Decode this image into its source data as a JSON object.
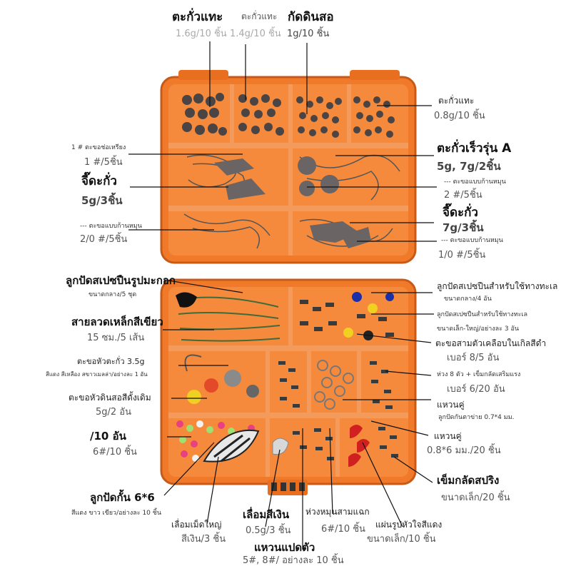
{
  "colors": {
    "case": "#f07a2a",
    "case_dark": "#d4601a",
    "divider": "#f49a5a",
    "ink": "#111111"
  },
  "labels": {
    "top_left_title": "ตะกั่วแทะ",
    "top_left_spec": "1.6g/10 ชิ้น",
    "top_mid_title": "ตะกั่วแทะ",
    "top_mid_spec": "1.4g/10 ชิ้น",
    "top_right_title": "กัดดินสอ",
    "top_right_spec": "1g/10 ชิ้น",
    "r1_title": "ตะกั่วแทะ",
    "r1_spec": "0.8g/10 ชิ้น",
    "l1_title": "1 # ตะขอช่อเหรียง",
    "l1_spec": "1 #/5ชิ้น",
    "l2_title": "จี๊ดะกั่ว",
    "l2_spec": "5g/3ชิ้น",
    "l3_title": "--- ตะขอแบบก้านหมุน",
    "l3_spec": "2/0 #/5ชิ้น",
    "r2_title": "ตะกั่วเร็วรุ่น A",
    "r2_spec": "5g, 7g/2ชิ้น",
    "r3_title": "--- ตะขอแบบก้านหมุน",
    "r3_spec": "2 #/5ชิ้น",
    "r4_title": "จี๊ดะกั่ว",
    "r4_spec": "7g/3ชิ้น",
    "r5_title": "--- ตะขอแบบก้านหมุน",
    "r5_spec": "1/0 #/5ชิ้น",
    "l4_title": "ลูกปัดสเปซปืนรูปมะกอก",
    "l4_spec": "ขนาดกลาง/5 ชุด",
    "l5_title": "สายลวดเหล็กสีเขียว",
    "l5_spec": "15 ซม./5 เส้น",
    "l6_title": "ตะขอหัวตะกั่ว 3.5g",
    "l6_spec": "สีแดง สีเหลือง สขาวเมลล่า/อย่างละ 1 อัน",
    "l7_title": "ตะขอหัวดินสอสีดั้งเดิม",
    "l7_spec": "5g/2 อัน",
    "l8_title": "/10 อัน",
    "l8_spec": "6#/10 ชิ้น",
    "r6_title": "ลูกปัดสเปซปืนสำหรับใช้ทางทะเล",
    "r6_spec": "ขนาดกลาง/4 อัน",
    "r7_title": "ลูกปัดสเปซปืนสำหรับใช้ทางทะเล",
    "r7_spec": "ขนาดเล็ก-ใหญ่/อย่างละ 3 อัน",
    "r8_title": "ตะขอสามตัวเคลือบในเกิลสีดำ",
    "r8_spec": "เบอร์ 8/5 อัน",
    "r9_title": "ห่วง 8 ตัว + เข็มกลัดเสริมแรง",
    "r9_spec": "เบอร์ 6/20 อัน",
    "r10_title": "แหวนคู่",
    "r10_spec": "ลูกปัดกันตาข่าย 0.7*4 มม.",
    "r11_title": "แหวนคู่",
    "r11_spec": "0.8*6 มม./20 ชิ้น",
    "r12_title": "เข็มกลัดสปริง",
    "r12_spec": "ขนาดเล็ก/20 ชิ้น",
    "b1_title": "ลูกปัดกั้น 6*6",
    "b1_spec": "สีแดง ขาว เขียว/อย่างละ 10 ชิ้น",
    "b2_title": "เลื่อมเม็ดใหญ่",
    "b2_spec": "สีเงิน/3 ชิ้น",
    "b3_title": "เลื่อมสีเงิน",
    "b3_spec": "0.5g/3 ชิ้น",
    "b4_title": "ห่วงหมุนสามแฉก",
    "b4_spec": "6#/10 ชิ้น",
    "b5_title": "แผ่นรูปหัวใจสีแดง",
    "b5_spec": "ขนาดเล็ก/10 ชิ้น",
    "b6_title": "แหวนแปดตัว",
    "b6_spec": "5#, 8#/ อย่างละ 10 ชิ้น"
  }
}
